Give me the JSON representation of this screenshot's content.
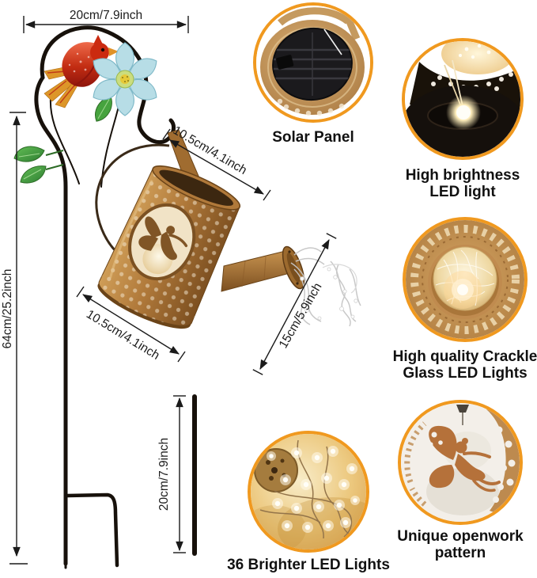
{
  "measurements": {
    "top_width": "20cm/7.9inch",
    "total_height": "64cm/25.2inch",
    "hanger_length": "10.5cm/4.1inch",
    "can_width": "10.5cm/4.1inch",
    "spout_length": "15cm/5.9inch",
    "stake_length": "20cm/7.9inch"
  },
  "features": [
    {
      "id": "solar-panel",
      "lines": [
        "Solar Panel"
      ]
    },
    {
      "id": "high-brightness-led",
      "lines": [
        "High brightness",
        "LED light"
      ]
    },
    {
      "id": "crackle-glass-led",
      "lines": [
        "High quality Crackle",
        "Glass LED Lights"
      ]
    },
    {
      "id": "brighter-led-36",
      "lines": [
        "36 Brighter LED Lights"
      ]
    },
    {
      "id": "openwork-pattern",
      "lines": [
        "Unique openwork",
        "pattern"
      ]
    }
  ],
  "colors": {
    "accent_ring": "#F0991F",
    "copper": "#B0793A",
    "warm_glow": "#FFE9B0",
    "text": "#111111",
    "background": "#FFFFFF"
  }
}
